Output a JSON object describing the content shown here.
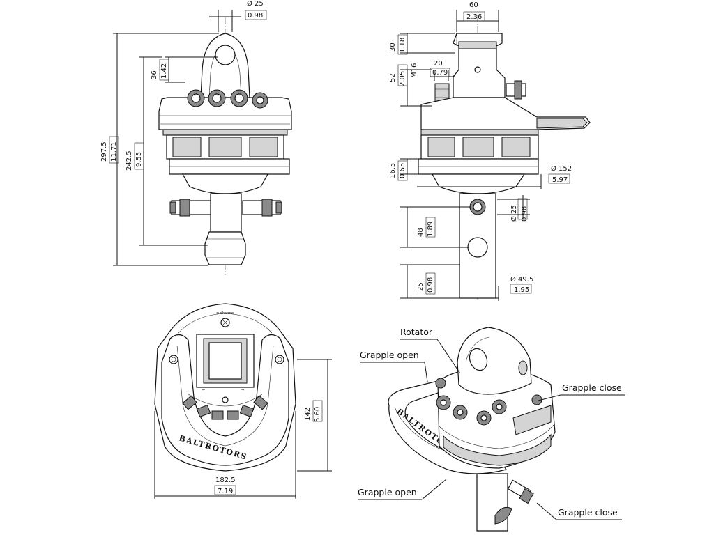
{
  "brand": "BALTROTORS",
  "fitting_mark": "≡ dharmo",
  "front_view": {
    "dims": [
      {
        "mm": "Ø 25",
        "inch": "0.98"
      },
      {
        "mm": "36",
        "inch": "1.42"
      },
      {
        "mm": "242.5",
        "inch": "9.55"
      },
      {
        "mm": "297.5",
        "inch": "11.71"
      }
    ]
  },
  "side_view": {
    "dims": [
      {
        "mm": "60",
        "inch": "2.36"
      },
      {
        "mm": "30",
        "inch": "1.18"
      },
      {
        "mm": "20",
        "inch": "0.79"
      },
      {
        "mm": "M16",
        "inch": ""
      },
      {
        "mm": "52",
        "inch": "2.05"
      },
      {
        "mm": "Ø 152",
        "inch": "5.97"
      },
      {
        "mm": "16.5",
        "inch": "0.65"
      },
      {
        "mm": "Ø 25",
        "inch": "0.98"
      },
      {
        "mm": "48",
        "inch": "1.89"
      },
      {
        "mm": "25",
        "inch": "0.98"
      },
      {
        "mm": "Ø 49.5",
        "inch": "1.95"
      }
    ]
  },
  "top_view": {
    "dims": [
      {
        "mm": "142",
        "inch": "5.60"
      },
      {
        "mm": "182.5",
        "inch": "7.19"
      }
    ]
  },
  "iso_view": {
    "labels": [
      "Rotator",
      "Grapple open",
      "Grapple close",
      "Grapple open",
      "Grapple close"
    ]
  }
}
